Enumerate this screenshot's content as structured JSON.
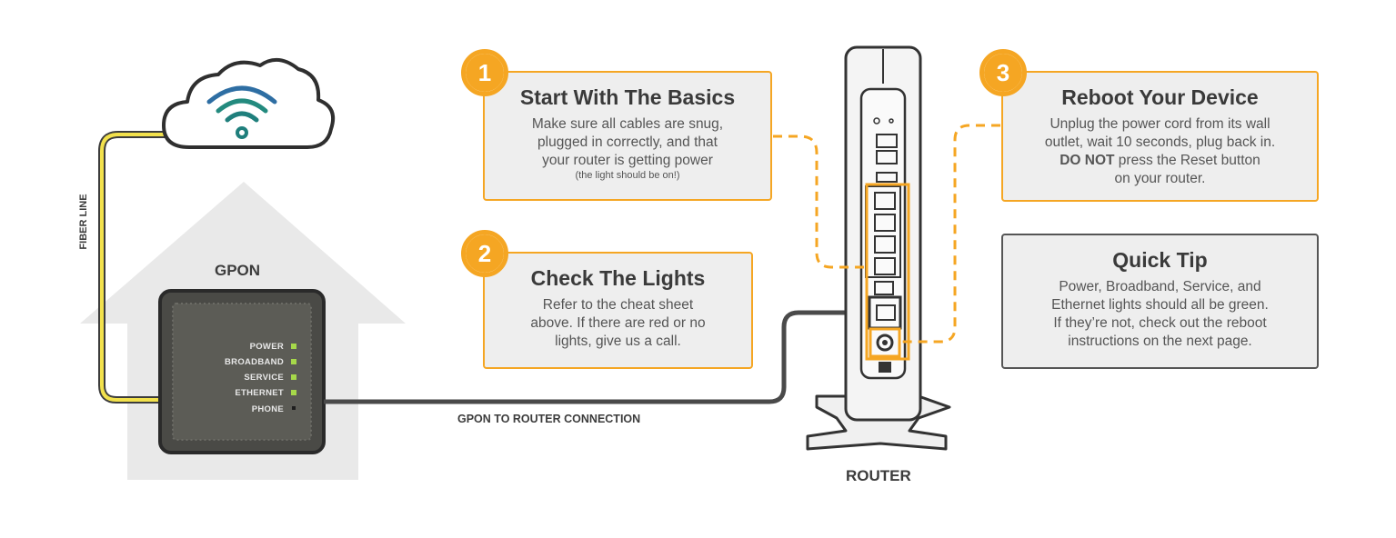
{
  "labels": {
    "fiber_line": "FIBER LINE",
    "gpon": "GPON",
    "router": "ROUTER",
    "connection": "GPON TO ROUTER CONNECTION"
  },
  "gpon_lights": [
    {
      "name": "POWER",
      "status": "green"
    },
    {
      "name": "BROADBAND",
      "status": "green"
    },
    {
      "name": "SERVICE",
      "status": "green"
    },
    {
      "name": "ETHERNET",
      "status": "green"
    },
    {
      "name": "PHONE",
      "status": "off"
    }
  ],
  "steps": [
    {
      "number": "1",
      "title": "Start With The Basics",
      "lines": [
        "Make sure all cables are snug,",
        "plugged in correctly, and that",
        "your router is getting power"
      ],
      "note": "(the light should be on!)"
    },
    {
      "number": "2",
      "title": "Check The Lights",
      "lines": [
        "Refer to the cheat sheet",
        "above. If there are red or no",
        "lights, give us a call."
      ]
    },
    {
      "number": "3",
      "title": "Reboot Your Device",
      "lines": [
        "Unplug the power cord from its wall",
        "outlet, wait 10 seconds, plug back in."
      ],
      "emphasis": "DO NOT",
      "line3_rest": " press the Reset button",
      "line4": "on your router."
    }
  ],
  "tip": {
    "title": "Quick Tip",
    "lines": [
      "Power, Broadband, Service, and",
      "Ethernet lights should all be green.",
      "If they’re not, check out the reboot",
      "instructions on the next page."
    ]
  },
  "colors": {
    "accent": "#f5a623",
    "fiber": "#f2e14c",
    "cable": "#4a4a4a",
    "house": "#e9e9e9",
    "led_green": "#a6d84a",
    "wifi_teal": "#1f8f8a"
  },
  "icons": [
    "cloud-icon",
    "wifi-icon",
    "house-icon",
    "gpon-device-icon",
    "router-device-icon"
  ]
}
